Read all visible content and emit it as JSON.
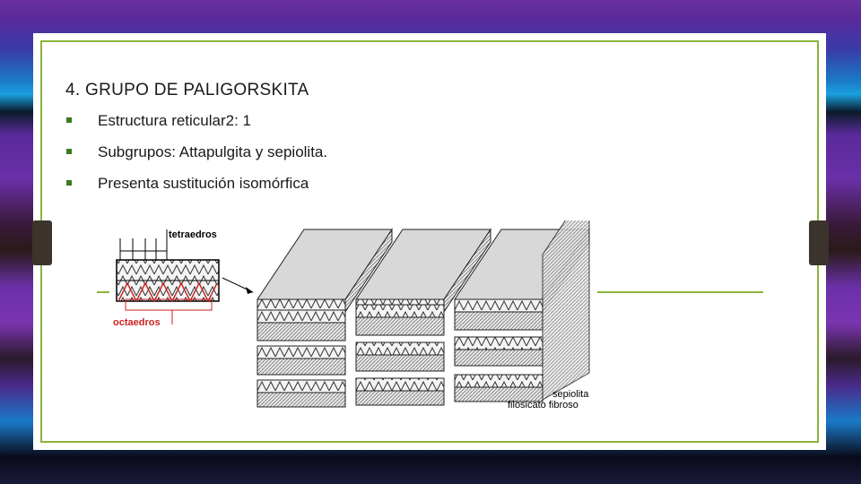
{
  "slide": {
    "title": "4. GRUPO DE PALIGORSKITA",
    "bullets": [
      "Estructura reticular2: 1",
      "Subgrupos: Attapulgita y sepiolita.",
      "Presenta sustitución isomórfica"
    ],
    "bullet_marker": "square-bullet-icon"
  },
  "figure": {
    "label_tetrahedra": "tetraedros",
    "label_octahedra": "octaedros",
    "caption_line1": "sepiolita",
    "caption_line2": "filosicato fibroso"
  },
  "colors": {
    "frame_green": "#8bb43c",
    "bullet_green": "#3a7a22",
    "octahedra_red": "#cc2222",
    "side_tab": "#3c332c"
  }
}
